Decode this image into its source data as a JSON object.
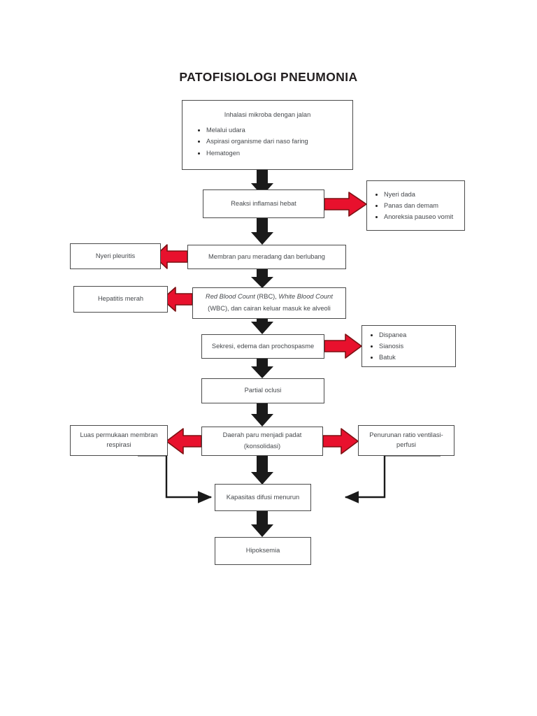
{
  "title": "PATOFISIOLOGI PNEUMONIA",
  "colors": {
    "red_arrow": "#e8112d",
    "red_arrow_outline": "#8a1015",
    "black_arrow": "#1a1a1a",
    "box_border": "#4a4a4a",
    "text": "#45484c",
    "title": "#231f20"
  },
  "nodes": {
    "inhalasi": {
      "heading": "Inhalasi mikroba dengan jalan",
      "bullets": [
        "Melalui udara",
        "Aspirasi organisme dari naso faring",
        "Hematogen"
      ]
    },
    "reaksi_inflamasi": {
      "label": "Reaksi inflamasi hebat"
    },
    "gejala_inflamasi": {
      "bullets": [
        "Nyeri dada",
        "Panas dan demam",
        "Anoreksia pauseo vomit"
      ]
    },
    "nyeri_pleuritis": {
      "label": "Nyeri pleuritis"
    },
    "membran_paru": {
      "label": "Membran paru meradang dan berlubang"
    },
    "hepatitis_merah": {
      "label": "Hepatitis merah"
    },
    "blood_count": {
      "line1_italic_a": "Red Blood Count",
      "line1_plain_a": " (RBC), ",
      "line1_italic_b": "White Blood Count",
      "line2": "(WBC), dan cairan keluar masuk ke alveoli"
    },
    "sekresi": {
      "label": "Sekresi, edema dan prochospasme"
    },
    "gejala_sekresi": {
      "bullets": [
        "Dispanea",
        "Sianosis",
        "Batuk"
      ]
    },
    "partial_oclusi": {
      "label": "Partial oclusi"
    },
    "daerah_paru": {
      "line1": "Daerah paru menjadi padat",
      "line2": "(konsolidasi)"
    },
    "luas_permukaan": {
      "line1": "Luas permukaan membran",
      "line2": "respirasi"
    },
    "penurunan_ratio": {
      "line1": "Penurunan ratio ventilasi-",
      "line2": "perfusi"
    },
    "kapasitas_difusi": {
      "label": "Kapasitas difusi menurun"
    },
    "hipoksemia": {
      "label": "Hipoksemia"
    }
  }
}
